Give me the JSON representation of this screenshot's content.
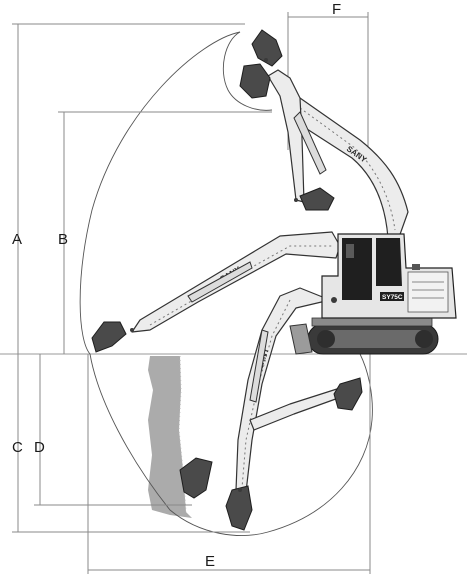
{
  "dimensions": {
    "A": "A",
    "B": "B",
    "C": "C",
    "D": "D",
    "E": "E",
    "F": "F"
  },
  "machine": {
    "brand_on_boom": "SANY",
    "model_badge": "SY75C"
  },
  "colors": {
    "line": "#8a8a8a",
    "boom_fill": "#ececec",
    "bucket": "#4a4a4a",
    "cab_dark": "#1f1f1f",
    "trench_shade": "#9c9c9c"
  }
}
